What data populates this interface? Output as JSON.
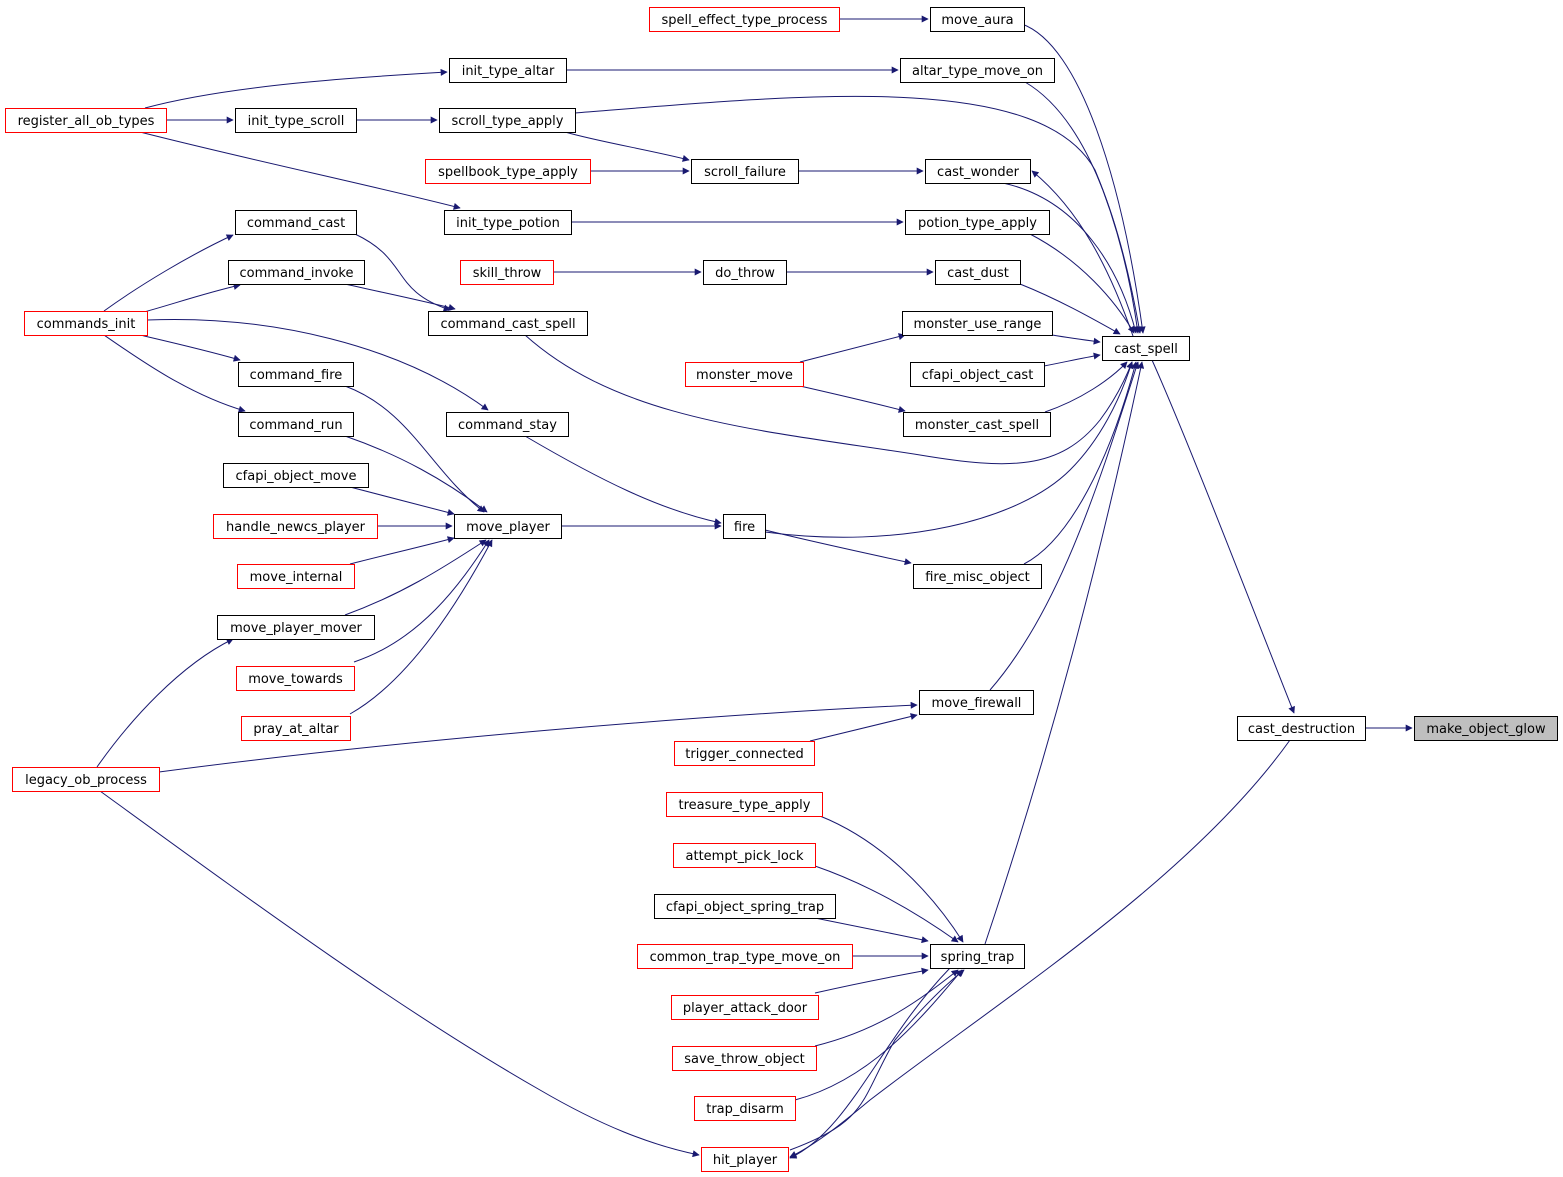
{
  "colors": {
    "edge": "#191970",
    "border_default": "#000000",
    "border_truncated": "#ff0000",
    "fill_default": "#ffffff",
    "fill_root": "#bfbfbf"
  },
  "nodes": [
    {
      "id": "make_object_glow",
      "label": "make_object_glow",
      "style": "root"
    },
    {
      "id": "cast_destruction",
      "label": "cast_destruction",
      "style": "normal"
    },
    {
      "id": "cast_spell",
      "label": "cast_spell",
      "style": "normal"
    },
    {
      "id": "move_aura",
      "label": "move_aura",
      "style": "normal"
    },
    {
      "id": "spell_effect_type_process",
      "label": "spell_effect_type_process",
      "style": "truncated"
    },
    {
      "id": "altar_type_move_on",
      "label": "altar_type_move_on",
      "style": "normal"
    },
    {
      "id": "init_type_altar",
      "label": "init_type_altar",
      "style": "normal"
    },
    {
      "id": "register_all_ob_types",
      "label": "register_all_ob_types",
      "style": "truncated"
    },
    {
      "id": "scroll_type_apply",
      "label": "scroll_type_apply",
      "style": "normal"
    },
    {
      "id": "init_type_scroll",
      "label": "init_type_scroll",
      "style": "normal"
    },
    {
      "id": "cast_wonder",
      "label": "cast_wonder",
      "style": "normal"
    },
    {
      "id": "scroll_failure",
      "label": "scroll_failure",
      "style": "normal"
    },
    {
      "id": "spellbook_type_apply",
      "label": "spellbook_type_apply",
      "style": "truncated"
    },
    {
      "id": "potion_type_apply",
      "label": "potion_type_apply",
      "style": "normal"
    },
    {
      "id": "init_type_potion",
      "label": "init_type_potion",
      "style": "normal"
    },
    {
      "id": "cast_dust",
      "label": "cast_dust",
      "style": "normal"
    },
    {
      "id": "do_throw",
      "label": "do_throw",
      "style": "normal"
    },
    {
      "id": "skill_throw",
      "label": "skill_throw",
      "style": "truncated"
    },
    {
      "id": "command_cast_spell",
      "label": "command_cast_spell",
      "style": "normal"
    },
    {
      "id": "command_cast",
      "label": "command_cast",
      "style": "normal"
    },
    {
      "id": "commands_init",
      "label": "commands_init",
      "style": "truncated"
    },
    {
      "id": "command_invoke",
      "label": "command_invoke",
      "style": "normal"
    },
    {
      "id": "monster_use_range",
      "label": "monster_use_range",
      "style": "normal"
    },
    {
      "id": "monster_move",
      "label": "monster_move",
      "style": "truncated"
    },
    {
      "id": "cfapi_object_cast",
      "label": "cfapi_object_cast",
      "style": "normal"
    },
    {
      "id": "monster_cast_spell",
      "label": "monster_cast_spell",
      "style": "normal"
    },
    {
      "id": "fire",
      "label": "fire",
      "style": "normal"
    },
    {
      "id": "command_stay",
      "label": "command_stay",
      "style": "normal"
    },
    {
      "id": "move_player",
      "label": "move_player",
      "style": "normal"
    },
    {
      "id": "command_fire",
      "label": "command_fire",
      "style": "normal"
    },
    {
      "id": "command_run",
      "label": "command_run",
      "style": "normal"
    },
    {
      "id": "cfapi_object_move",
      "label": "cfapi_object_move",
      "style": "normal"
    },
    {
      "id": "handle_newcs_player",
      "label": "handle_newcs_player",
      "style": "truncated"
    },
    {
      "id": "move_internal",
      "label": "move_internal",
      "style": "truncated"
    },
    {
      "id": "move_player_mover",
      "label": "move_player_mover",
      "style": "normal"
    },
    {
      "id": "legacy_ob_process",
      "label": "legacy_ob_process",
      "style": "truncated"
    },
    {
      "id": "move_towards",
      "label": "move_towards",
      "style": "truncated"
    },
    {
      "id": "pray_at_altar",
      "label": "pray_at_altar",
      "style": "truncated"
    },
    {
      "id": "fire_misc_object",
      "label": "fire_misc_object",
      "style": "normal"
    },
    {
      "id": "move_firewall",
      "label": "move_firewall",
      "style": "normal"
    },
    {
      "id": "trigger_connected",
      "label": "trigger_connected",
      "style": "truncated"
    },
    {
      "id": "spring_trap",
      "label": "spring_trap",
      "style": "normal"
    },
    {
      "id": "treasure_type_apply",
      "label": "treasure_type_apply",
      "style": "truncated"
    },
    {
      "id": "attempt_pick_lock",
      "label": "attempt_pick_lock",
      "style": "truncated"
    },
    {
      "id": "cfapi_object_spring_trap",
      "label": "cfapi_object_spring_trap",
      "style": "normal"
    },
    {
      "id": "common_trap_type_move_on",
      "label": "common_trap_type_move_on",
      "style": "truncated"
    },
    {
      "id": "player_attack_door",
      "label": "player_attack_door",
      "style": "truncated"
    },
    {
      "id": "save_throw_object",
      "label": "save_throw_object",
      "style": "truncated"
    },
    {
      "id": "trap_disarm",
      "label": "trap_disarm",
      "style": "truncated"
    },
    {
      "id": "hit_player",
      "label": "hit_player",
      "style": "truncated"
    }
  ],
  "edges": [
    {
      "from": "cast_destruction",
      "to": "make_object_glow"
    },
    {
      "from": "cast_spell",
      "to": "cast_destruction"
    },
    {
      "from": "move_aura",
      "to": "cast_spell"
    },
    {
      "from": "spell_effect_type_process",
      "to": "move_aura"
    },
    {
      "from": "altar_type_move_on",
      "to": "cast_spell"
    },
    {
      "from": "init_type_altar",
      "to": "altar_type_move_on"
    },
    {
      "from": "register_all_ob_types",
      "to": "init_type_altar"
    },
    {
      "from": "scroll_type_apply",
      "to": "cast_spell"
    },
    {
      "from": "init_type_scroll",
      "to": "scroll_type_apply"
    },
    {
      "from": "register_all_ob_types",
      "to": "init_type_scroll"
    },
    {
      "from": "cast_wonder",
      "to": "cast_spell"
    },
    {
      "from": "cast_spell",
      "to": "cast_wonder"
    },
    {
      "from": "scroll_failure",
      "to": "cast_wonder"
    },
    {
      "from": "scroll_type_apply",
      "to": "scroll_failure"
    },
    {
      "from": "spellbook_type_apply",
      "to": "scroll_failure"
    },
    {
      "from": "potion_type_apply",
      "to": "cast_spell"
    },
    {
      "from": "init_type_potion",
      "to": "potion_type_apply"
    },
    {
      "from": "register_all_ob_types",
      "to": "init_type_potion"
    },
    {
      "from": "cast_dust",
      "to": "cast_spell"
    },
    {
      "from": "do_throw",
      "to": "cast_dust"
    },
    {
      "from": "skill_throw",
      "to": "do_throw"
    },
    {
      "from": "command_cast_spell",
      "to": "cast_spell"
    },
    {
      "from": "command_cast",
      "to": "command_cast_spell"
    },
    {
      "from": "commands_init",
      "to": "command_cast"
    },
    {
      "from": "command_invoke",
      "to": "command_cast_spell"
    },
    {
      "from": "commands_init",
      "to": "command_invoke"
    },
    {
      "from": "monster_use_range",
      "to": "cast_spell"
    },
    {
      "from": "monster_move",
      "to": "monster_use_range"
    },
    {
      "from": "cfapi_object_cast",
      "to": "cast_spell"
    },
    {
      "from": "monster_cast_spell",
      "to": "cast_spell"
    },
    {
      "from": "monster_move",
      "to": "monster_cast_spell"
    },
    {
      "from": "fire",
      "to": "cast_spell"
    },
    {
      "from": "command_stay",
      "to": "fire"
    },
    {
      "from": "commands_init",
      "to": "command_stay"
    },
    {
      "from": "move_player",
      "to": "fire"
    },
    {
      "from": "command_fire",
      "to": "move_player"
    },
    {
      "from": "commands_init",
      "to": "command_fire"
    },
    {
      "from": "command_run",
      "to": "move_player"
    },
    {
      "from": "commands_init",
      "to": "command_run"
    },
    {
      "from": "cfapi_object_move",
      "to": "move_player"
    },
    {
      "from": "handle_newcs_player",
      "to": "move_player"
    },
    {
      "from": "move_internal",
      "to": "move_player"
    },
    {
      "from": "move_player_mover",
      "to": "move_player"
    },
    {
      "from": "legacy_ob_process",
      "to": "move_player_mover"
    },
    {
      "from": "move_towards",
      "to": "move_player"
    },
    {
      "from": "pray_at_altar",
      "to": "move_player"
    },
    {
      "from": "fire_misc_object",
      "to": "cast_spell"
    },
    {
      "from": "fire",
      "to": "fire_misc_object"
    },
    {
      "from": "move_firewall",
      "to": "cast_spell"
    },
    {
      "from": "legacy_ob_process",
      "to": "move_firewall"
    },
    {
      "from": "trigger_connected",
      "to": "move_firewall"
    },
    {
      "from": "spring_trap",
      "to": "cast_spell"
    },
    {
      "from": "treasure_type_apply",
      "to": "spring_trap"
    },
    {
      "from": "attempt_pick_lock",
      "to": "spring_trap"
    },
    {
      "from": "cfapi_object_spring_trap",
      "to": "spring_trap"
    },
    {
      "from": "common_trap_type_move_on",
      "to": "spring_trap"
    },
    {
      "from": "player_attack_door",
      "to": "spring_trap"
    },
    {
      "from": "save_throw_object",
      "to": "spring_trap"
    },
    {
      "from": "trap_disarm",
      "to": "spring_trap"
    },
    {
      "from": "hit_player",
      "to": "spring_trap"
    },
    {
      "from": "spring_trap",
      "to": "hit_player"
    },
    {
      "from": "legacy_ob_process",
      "to": "hit_player"
    },
    {
      "from": "cast_destruction",
      "to": "hit_player"
    }
  ]
}
